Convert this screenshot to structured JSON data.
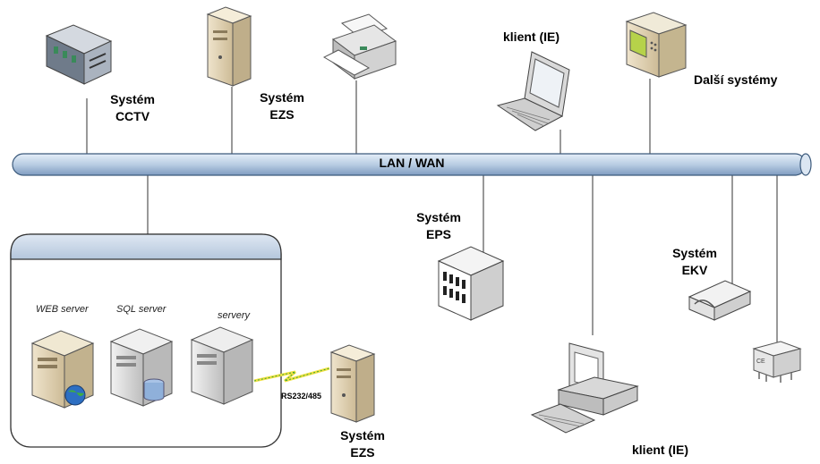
{
  "network": {
    "bus_label": "LAN / WAN"
  },
  "nodes": {
    "cctv": {
      "line1": "Systém",
      "line2": "CCTV"
    },
    "ezs_top": {
      "line1": "Systém",
      "line2": "EZS"
    },
    "client_top": {
      "label": "klient (IE)"
    },
    "other": {
      "label": "Další systémy"
    },
    "eps": {
      "line1": "Systém",
      "line2": "EPS"
    },
    "ekv": {
      "line1": "Systém",
      "line2": "EKV"
    },
    "client_bottom": {
      "label": "klient (IE)"
    },
    "ezs_bottom": {
      "line1": "Systém",
      "line2": "EZS"
    }
  },
  "server_group": {
    "web": "WEB server",
    "sql": "SQL server",
    "servers": "servery",
    "serial_link": "RS232/485"
  },
  "colors": {
    "bus": "#b9cde3",
    "bus_stroke": "#3c5a7c",
    "group_header": "#c9d8ea"
  }
}
